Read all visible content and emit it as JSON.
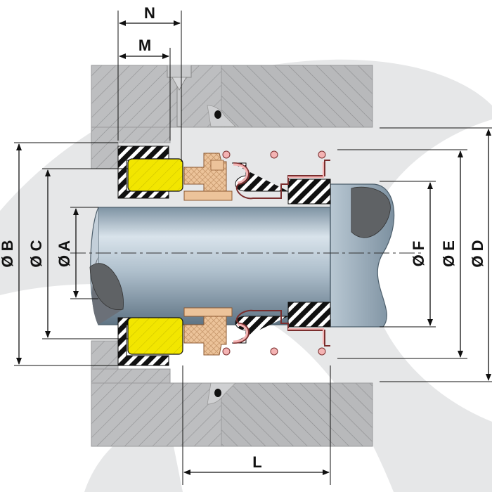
{
  "diagram": {
    "dimensions": {
      "N": "N",
      "M": "M",
      "L": "L",
      "B": "Ø B",
      "C": "Ø C",
      "A": "Ø A",
      "F": "Ø F",
      "E": "Ø E",
      "D": "Ø D"
    }
  },
  "colors": {
    "background_swoosh": "#e6e7e8",
    "housing": "#bdbec0",
    "housing_hatch": "#8f9092",
    "shaft_light": "#d3dde6",
    "shaft_dark": "#6f8595",
    "seal_face_yellow": "#f2e600",
    "seat_carbon": "#ecc39a",
    "spring_pink": "#f4b3b3",
    "elastomer_black": "#111111",
    "cut_section": "#5f6265"
  }
}
